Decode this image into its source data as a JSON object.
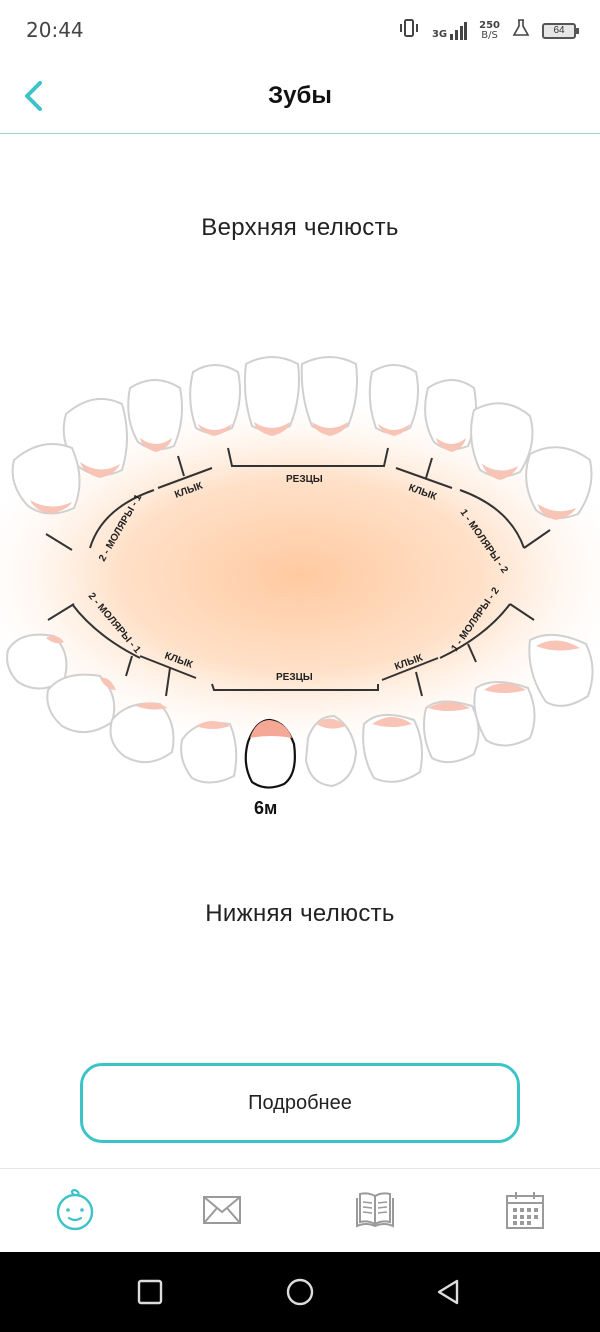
{
  "status_bar": {
    "time": "20:44",
    "network_type": "3G",
    "speed_value": "250",
    "speed_unit": "B/S",
    "battery": "64"
  },
  "header": {
    "title": "Зубы",
    "back_icon": "chevron-left-icon"
  },
  "upper_jaw": {
    "label": "Верхняя челюсть",
    "groups": [
      "2 - МОЛЯРЫ - 1",
      "КЛЫК",
      "РЕЗЦЫ",
      "КЛЫК",
      "1 - МОЛЯРЫ - 2"
    ]
  },
  "lower_jaw": {
    "label": "Нижняя челюсть",
    "groups": [
      "2 - МОЛЯРЫ - 1",
      "КЛЫК",
      "РЕЗЦЫ",
      "КЛЫК",
      "1 - МОЛЯРЫ - 2"
    ]
  },
  "erupted_tooth": {
    "label": "6м"
  },
  "details_button": {
    "label": "Подробнее"
  },
  "bottom_nav": {
    "items": [
      {
        "icon": "baby-face-icon",
        "active": true
      },
      {
        "icon": "envelope-icon",
        "active": false
      },
      {
        "icon": "book-icon",
        "active": false
      },
      {
        "icon": "calendar-icon",
        "active": false
      }
    ]
  },
  "colors": {
    "accent": "#3cc3c8",
    "glow": "#ffc9a0",
    "gum": "#f6b8a8"
  }
}
